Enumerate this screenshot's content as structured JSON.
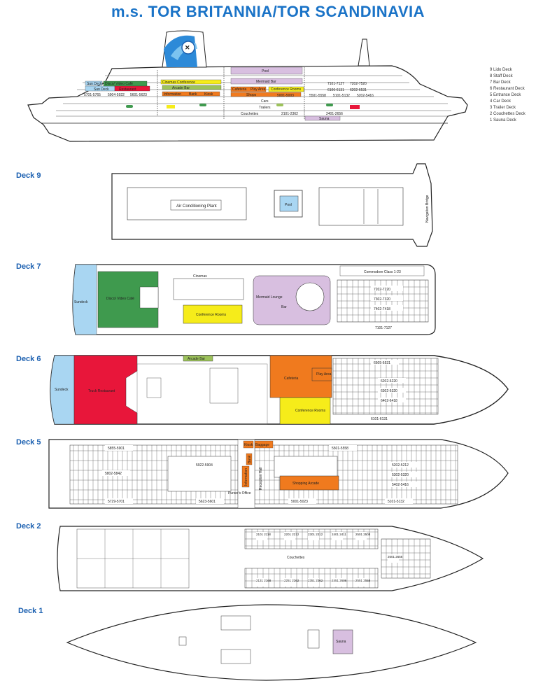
{
  "title": "m.s. TOR BRITANNIA/TOR SCANDINAVIA",
  "legend": [
    "9 Lido Deck",
    "8 Staff Deck",
    "7 Bar Deck",
    "6 Restaurant Deck",
    "5 Entrance Deck",
    "4 Car Deck",
    "3 Trailer Deck",
    "2 Couchettes Deck",
    "1 Sauna Deck"
  ],
  "profile": {
    "sun_deck_1": "Sun Deck",
    "sun_deck_2": "Sun Deck",
    "disco": "Disco/ Video Café",
    "grill": "Restaurant",
    "cinemas_conf": "Cinemas Conference",
    "arcade": "Arcade Bar",
    "info": "Information",
    "bank": "Bank",
    "kiosk": "Kiosk",
    "pool": "Pool",
    "mermaid": "Mermaid Bar",
    "cafeteria": "Cafeteria",
    "play_area": "Play Area",
    "conf_rooms": "Conference Rooms",
    "shops": "Shops",
    "cars": "Cars",
    "trailers": "Trailers",
    "couchettes": "Couchettes",
    "sauna": "Sauna",
    "r1": "7101-7127",
    "r2": "7202-7520",
    "r3": "6106-6131",
    "r4": "6202-6531",
    "r5": "5501-5558",
    "r6": "5101-5132",
    "r7": "5202-5416",
    "r8": "5701-5765",
    "r9": "5904-5922",
    "r10": "5601-5623",
    "r11": "5001-5003",
    "r12": "2101-2362",
    "r13": "2401-2656"
  },
  "deck9": {
    "label": "Deck 9",
    "ac": "Air Conditioning Plant",
    "pool": "Pool",
    "bridge": "Navigation Bridge"
  },
  "deck7": {
    "label": "Deck 7",
    "sundeck": "Sundeck",
    "disco": "Disco/ Video Café",
    "cinemas": "Cinemas",
    "conf": "Conference Rooms",
    "mermaid": "Mermaid Lounge",
    "bar": "Bar",
    "commodore": "Commodore Class 1-23",
    "c1": "7202-7220",
    "c2": "7302-7320",
    "c3": "7402-7418",
    "c4": "7101-7127"
  },
  "deck6": {
    "label": "Deck 6",
    "sundeck": "Sundeck",
    "restaurant": "Truck Restaurant",
    "arcade": "Arcade Bar",
    "cafeteria": "Cafeteria",
    "play": "Play Area",
    "conf": "Conference Rooms",
    "c1": "6505-6531",
    "c2": "6202-6220",
    "c3": "6302-6320",
    "c4": "6402-6418",
    "c5": "6101-6131"
  },
  "deck5": {
    "label": "Deck 5",
    "kiosk": "Kiosk",
    "baggage": "Baggage",
    "bank": "Bank",
    "info": "Information",
    "reception": "Reception Hall",
    "shopping": "Shopping Arcade",
    "purser": "Purser's Office",
    "c1": "5855-5901",
    "c2": "5501-5558",
    "c3": "5922-5904",
    "c4": "5802-5842",
    "c5": "5202-5212",
    "c6": "5302-5320",
    "c7": "5402-5416",
    "c8": "5729-5701",
    "c9": "5623-5601",
    "c10": "5001-5023",
    "c11": "5101-5132"
  },
  "deck2": {
    "label": "Deck 2",
    "couchettes": "Couchettes",
    "c1": "2101 2118",
    "c2": "2201 2212",
    "c3": "2301 2312",
    "c4": "2401 2411",
    "c5": "2501 2508",
    "c6": "2131 2168",
    "c7": "2251 2262",
    "c8": "2351 2362",
    "c9": "2451 2606",
    "c10": "2551 2558",
    "c11": "2601 2656"
  },
  "deck1": {
    "label": "Deck 1",
    "sauna": "Sauna"
  },
  "colors": {
    "title": "#1a73c7",
    "green": "#3f9a4e",
    "red": "#e8163a",
    "orange": "#f07a1e",
    "yellow": "#f6ec1a",
    "lavender": "#d8bfe0",
    "lightblue": "#a9d6f2",
    "olive": "#9cc25a"
  }
}
